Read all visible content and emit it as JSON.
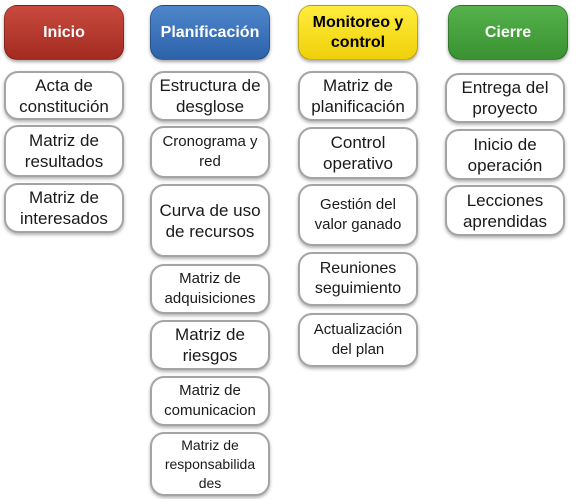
{
  "phases": [
    {
      "title": "Inicio",
      "color": "#b53a2e",
      "items": [
        "Acta de constitución",
        "Matriz de resultados",
        "Matriz de interesados"
      ]
    },
    {
      "title": "Planificación",
      "color": "#3a73bd",
      "items": [
        "Estructura de desglose",
        "Cronograma y red",
        "Curva de uso de recursos",
        "Matriz de adquisiciones",
        "Matriz de riesgos",
        "Matriz de comunicacion",
        "Matriz de responsabilida des"
      ]
    },
    {
      "title": "Monitoreo y control",
      "color": "#f8e020",
      "items": [
        "Matriz de planificación",
        "Control operativo",
        "Gestión del valor ganado",
        "Reuniones seguimiento",
        "Actualización del plan"
      ]
    },
    {
      "title": "Cierre",
      "color": "#48a23e",
      "items": [
        "Entrega del proyecto",
        "Inicio de operación",
        "Lecciones aprendidas"
      ]
    }
  ]
}
